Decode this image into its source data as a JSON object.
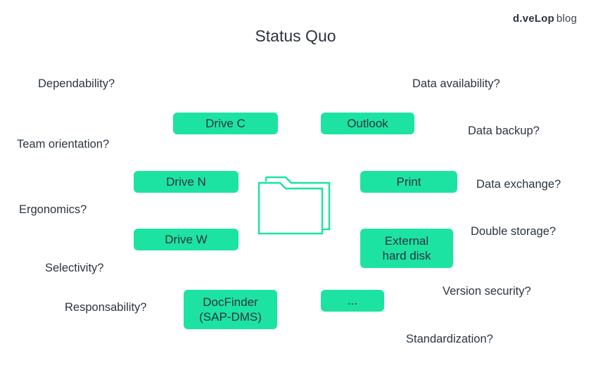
{
  "brand": {
    "name_bold": "d.veLop",
    "name_light": "blog"
  },
  "title": "Status Quo",
  "questions": {
    "dependability": "Dependability?",
    "team_orientation": "Team orientation?",
    "ergonomics": "Ergonomics?",
    "selectivity": "Selectivity?",
    "responsability": "Responsability?",
    "data_availability": "Data availability?",
    "data_backup": "Data backup?",
    "data_exchange": "Data exchange?",
    "double_storage": "Double storage?",
    "version_security": "Version security?",
    "standardization": "Standardization?"
  },
  "storage_locations": {
    "drive_c": "Drive C",
    "outlook": "Outlook",
    "drive_n": "Drive N",
    "print": "Print",
    "drive_w": "Drive W",
    "external_hard_disk": "External\nhard disk",
    "docfinder": "DocFinder\n(SAP-DMS)",
    "more": "..."
  },
  "colors": {
    "accent": "#1de3a2",
    "text": "#2b3440",
    "folder_stroke": "#1de3a2"
  },
  "center_icon": "folder-icon"
}
